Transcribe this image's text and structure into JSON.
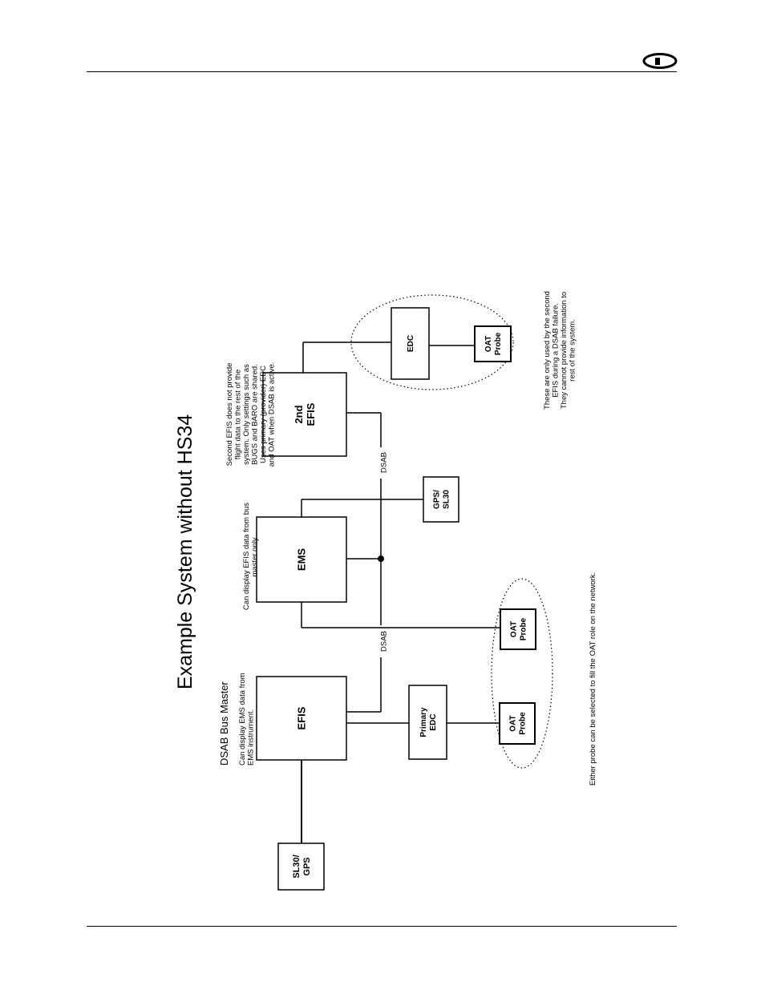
{
  "title": "Example System without HS34",
  "boxes": {
    "sl30_gps": [
      "SL30/",
      "GPS"
    ],
    "efis": [
      "EFIS"
    ],
    "primary_edc": [
      "Primary",
      "EDC"
    ],
    "oat_probe_1": [
      "OAT",
      "Probe"
    ],
    "oat_probe_2": [
      "OAT",
      "Probe"
    ],
    "ems": [
      "EMS"
    ],
    "gps_sl30": [
      "GPS/",
      "SL30"
    ],
    "second_efis": [
      "2nd",
      "EFIS"
    ],
    "edc": [
      "EDC"
    ],
    "oat_probe_3": [
      "OAT",
      "Probe"
    ]
  },
  "bus_labels": {
    "dsab_1": "DSAB",
    "dsab_2": "DSAB"
  },
  "notes": {
    "bus_master_heading": "DSAB Bus Master",
    "bus_master": [
      "Can display EMS data from",
      "EMS instrument."
    ],
    "ems": [
      "Can display EFIS data from bus",
      "master only."
    ],
    "second_efis": [
      "Second EFIS does not provide",
      "flight data to the rest of the",
      "system. Only settings such as",
      "BUGS and BARO are shared.",
      "Uses primary (provider) EDC",
      "and OAT when DSAB is active."
    ],
    "backup": [
      "These are only used by the second",
      "EFIS during a DSAB failure.",
      "They cannot provide information to",
      "rest of the system."
    ],
    "either_probe": [
      "Either probe can be selected to fill the OAT role on the network."
    ]
  }
}
